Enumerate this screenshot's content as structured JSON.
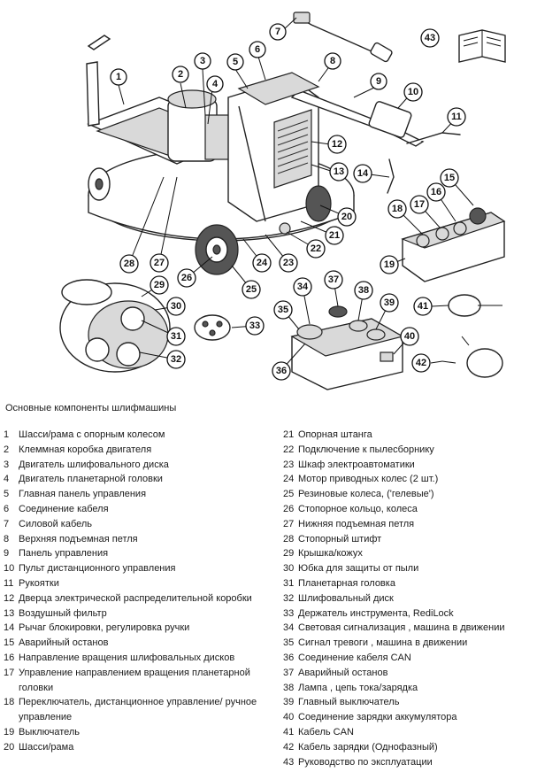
{
  "legend": {
    "title": "Основные компоненты шлифмашины",
    "items_left": [
      {
        "num": "1",
        "text": "Шасси/рама с опорным колесом"
      },
      {
        "num": "2",
        "text": "Клеммная коробка двигателя"
      },
      {
        "num": "3",
        "text": "Двигатель шлифовального диска"
      },
      {
        "num": "4",
        "text": "Двигатель планетарной головки"
      },
      {
        "num": "5",
        "text": "Главная панель управления"
      },
      {
        "num": "6",
        "text": "Соединение кабеля"
      },
      {
        "num": "7",
        "text": "Силовой кабель"
      },
      {
        "num": "8",
        "text": "Верхняя подъемная петля"
      },
      {
        "num": "9",
        "text": "Панель управления"
      },
      {
        "num": "10",
        "text": "Пульт дистанционного управления"
      },
      {
        "num": "11",
        "text": "Рукоятки"
      },
      {
        "num": "12",
        "text": "Дверца электрической распределительной коробки"
      },
      {
        "num": "13",
        "text": "Воздушный фильтр"
      },
      {
        "num": "14",
        "text": "Рычаг блокировки, регулировка ручки"
      },
      {
        "num": "15",
        "text": "Аварийный останов"
      },
      {
        "num": "16",
        "text": "Направление вращения шлифовальных дисков"
      },
      {
        "num": "17",
        "text": "Управление направлением вращения планетарной головки"
      },
      {
        "num": "18",
        "text": "Переключатель, дистанционное управление/ ручное управление"
      },
      {
        "num": "19",
        "text": "Выключатель"
      },
      {
        "num": "20",
        "text": "Шасси/рама"
      }
    ],
    "items_right": [
      {
        "num": "21",
        "text": "Опорная штанга"
      },
      {
        "num": "22",
        "text": "Подключение к пылесборнику"
      },
      {
        "num": "23",
        "text": "Шкаф электроавтоматики"
      },
      {
        "num": "24",
        "text": "Мотор приводных колес (2 шт.)"
      },
      {
        "num": "25",
        "text": "Резиновые колеса, ('гелевые')"
      },
      {
        "num": "26",
        "text": "Стопорное кольцо, колеса"
      },
      {
        "num": "27",
        "text": "Нижняя подъемная петля"
      },
      {
        "num": "28",
        "text": "Стопорный штифт"
      },
      {
        "num": "29",
        "text": "Крышка/кожух"
      },
      {
        "num": "30",
        "text": "Юбка для защиты от пыли"
      },
      {
        "num": "31",
        "text": "Планетарная головка"
      },
      {
        "num": "32",
        "text": "Шлифовальный диск"
      },
      {
        "num": "33",
        "text": "Держатель инструмента, RediLock"
      },
      {
        "num": "34",
        "text": "Световая сигнализация , машина в движении"
      },
      {
        "num": "35",
        "text": "Сигнал тревоги , машина в движении"
      },
      {
        "num": "36",
        "text": "Соединение кабеля CAN"
      },
      {
        "num": "37",
        "text": "Аварийный останов"
      },
      {
        "num": "38",
        "text": "Лампа , цепь тока/зарядка"
      },
      {
        "num": "39",
        "text": "Главный выключатель"
      },
      {
        "num": "40",
        "text": "Соединение зарядки аккумулятора"
      },
      {
        "num": "41",
        "text": "Кабель CAN"
      },
      {
        "num": "42",
        "text": "Кабель зарядки (Однофазный)"
      },
      {
        "num": "43",
        "text": "Руководство по эксплуатации"
      }
    ]
  },
  "callouts": [
    "1",
    "2",
    "3",
    "4",
    "5",
    "6",
    "7",
    "8",
    "9",
    "10",
    "11",
    "12",
    "13",
    "14",
    "15",
    "16",
    "17",
    "18",
    "19",
    "20",
    "21",
    "22",
    "23",
    "24",
    "25",
    "26",
    "27",
    "28",
    "29",
    "30",
    "31",
    "32",
    "33",
    "34",
    "35",
    "36",
    "37",
    "38",
    "39",
    "40",
    "41",
    "42",
    "43"
  ]
}
